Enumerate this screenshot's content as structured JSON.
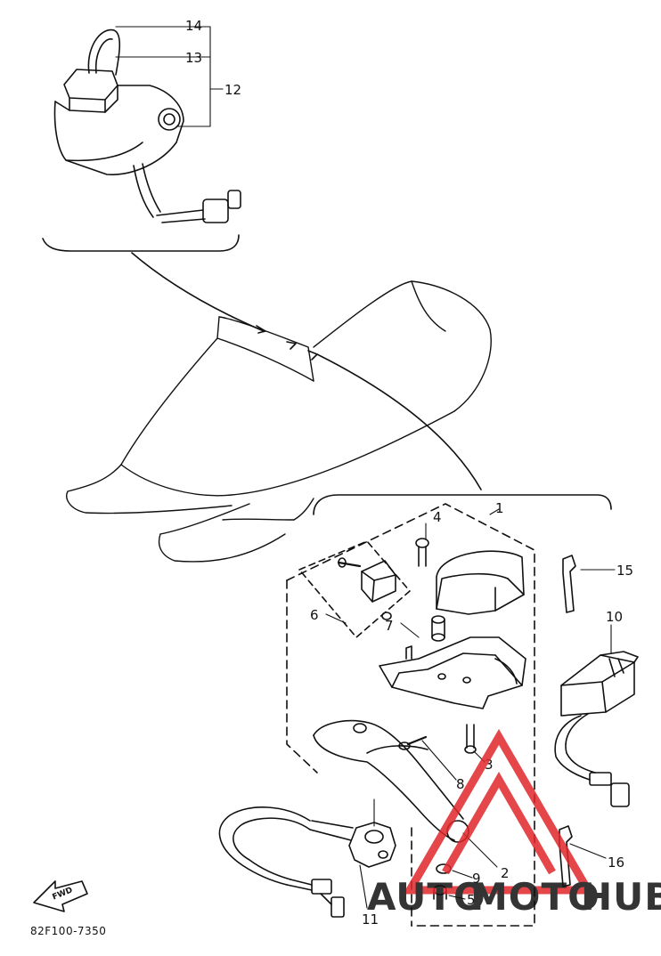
{
  "callouts": [
    "14",
    "13",
    "12",
    "4",
    "1",
    "6",
    "7",
    "15",
    "10",
    "3",
    "8",
    "2",
    "16",
    "9",
    "5",
    "11"
  ],
  "part_number": "82F100-7350",
  "fwd_label": "FWD",
  "watermark": {
    "part1": "AUTO",
    "part2": "MOTO",
    "part3": "HUB",
    "color_main": "#f2b24f",
    "color_accent": "#e0262a",
    "color_hub": "#8a8a8a"
  },
  "colors": {
    "line": "#111111",
    "background": "#ffffff"
  }
}
